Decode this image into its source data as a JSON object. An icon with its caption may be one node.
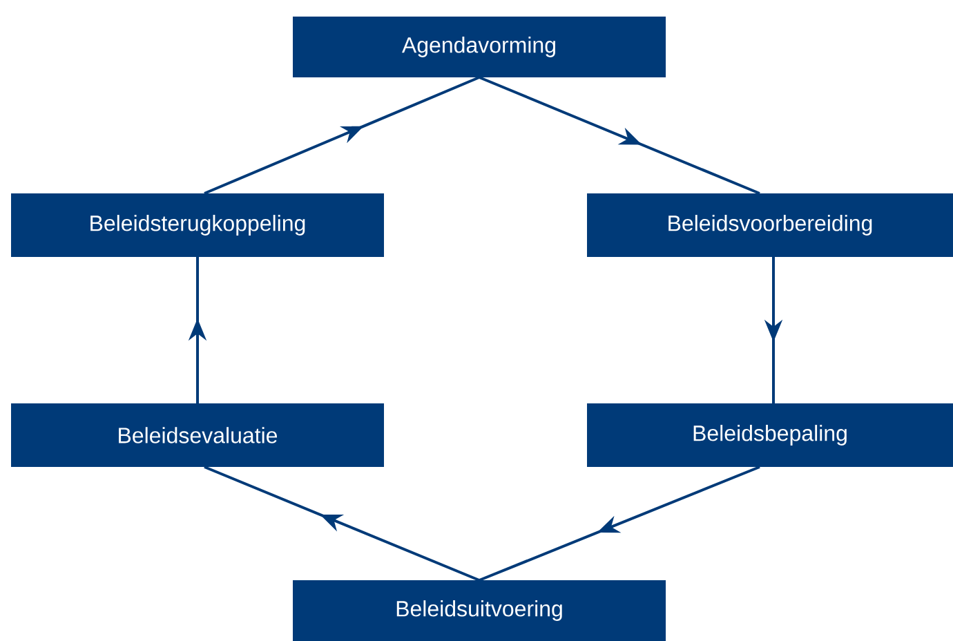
{
  "diagram": {
    "nodes": [
      {
        "text": [
          "Agendavorming"
        ]
      },
      {
        "text": [
          "Beleidsvoorbereiding"
        ]
      },
      {
        "text": [
          "Beleidsbepaling"
        ]
      },
      {
        "text": [
          "Beleidsuitvoering"
        ]
      },
      {
        "text": [
          "Beleidsevaluatie"
        ]
      },
      {
        "text": [
          "Beleidsterugkoppeling"
        ]
      }
    ],
    "edges": [
      {
        "from": 0,
        "to": 1,
        "arrow": "to"
      },
      {
        "from": 1,
        "to": 2,
        "arrow": "to"
      },
      {
        "from": 2,
        "to": 3,
        "arrow": "to"
      },
      {
        "from": 3,
        "to": 4,
        "arrow": "to"
      },
      {
        "from": 4,
        "to": 5,
        "arrow": "to"
      },
      {
        "from": 5,
        "to": 0,
        "arrow": "to"
      }
    ]
  }
}
